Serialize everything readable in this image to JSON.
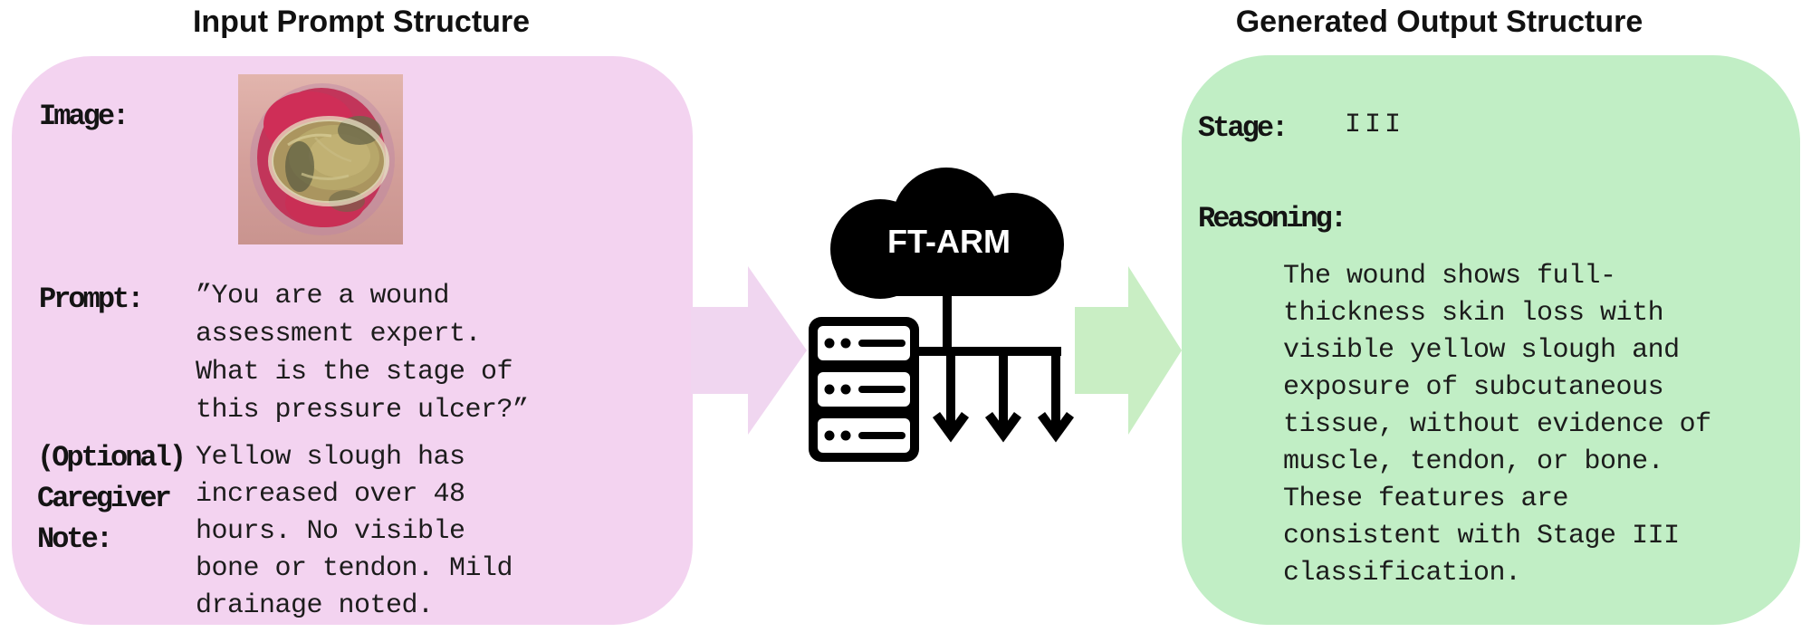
{
  "titles": {
    "input": "Input Prompt Structure",
    "output": "Generated Output Structure"
  },
  "colors": {
    "input_box": "#f3d3f0",
    "input_arrow": "#f0d6f0",
    "output_box": "#c1eec5",
    "output_arrow": "#c9eec4",
    "icon_black": "#000000",
    "model_label_text": "#ffffff"
  },
  "input_panel": {
    "image_label": "Image:",
    "image_content": "pressure-ulcer-wound-photo",
    "prompt_label": "Prompt:",
    "prompt_text": "”You are a wound\nassessment expert.\nWhat is the stage of\nthis pressure ulcer?”",
    "note_label": "(Optional)\nCaregiver\nNote:",
    "note_text": "Yellow slough has\nincreased over 48\nhours. No visible\nbone or tendon. Mild\ndrainage noted."
  },
  "model": {
    "name": "FT-ARM",
    "cloud_icon": "cloud-icon",
    "server_icon": "server-stack-icon",
    "output_arrow_count": 3
  },
  "output_panel": {
    "stage_label": "Stage:",
    "stage_value": "III",
    "reasoning_label": "Reasoning:",
    "reasoning_text": "The wound shows full-\nthickness skin loss with\nvisible yellow slough and\nexposure of subcutaneous\ntissue, without evidence of\nmuscle, tendon, or bone.\nThese features are\nconsistent with Stage III\nclassification."
  }
}
